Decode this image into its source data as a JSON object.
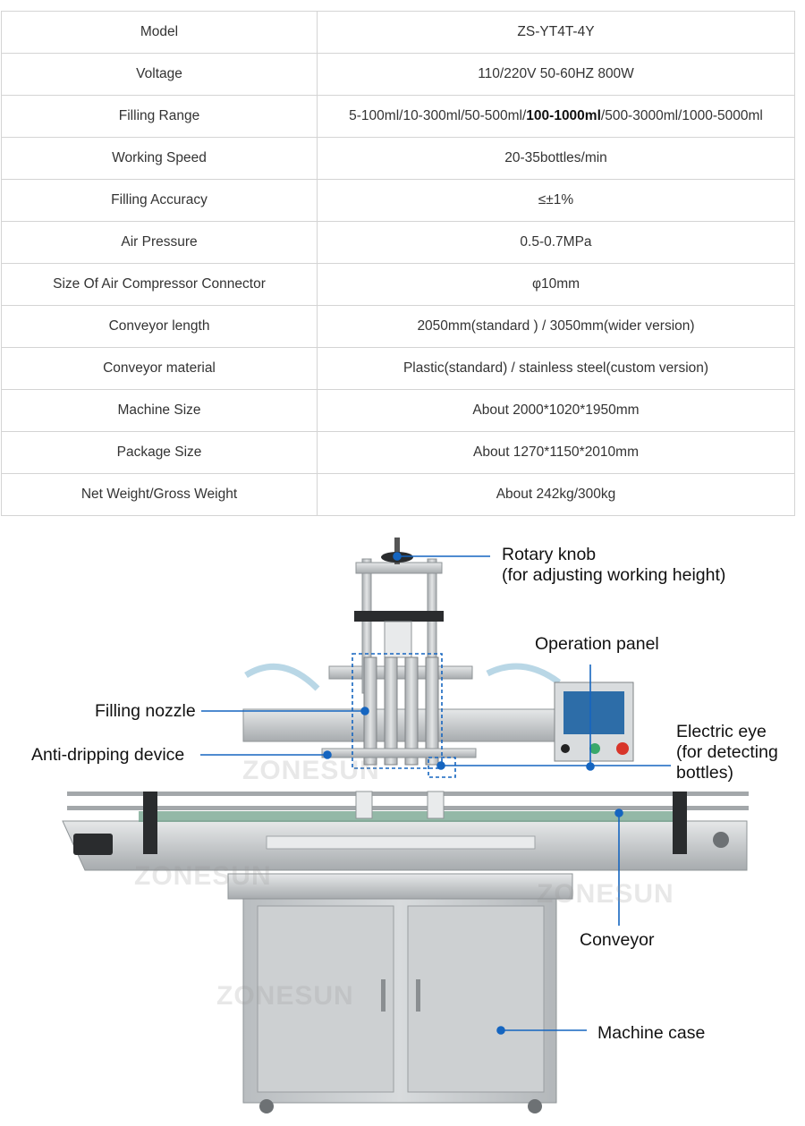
{
  "specs": {
    "rows": [
      {
        "label": "Model",
        "value": "ZS-YT4T-4Y"
      },
      {
        "label": "Voltage",
        "value": "110/220V 50-60HZ 800W"
      },
      {
        "label": "Filling Range",
        "value_parts": [
          "5-100ml/10-300ml/50-500ml/",
          "100-1000ml",
          "/500-3000ml/1000-5000ml"
        ]
      },
      {
        "label": "Working Speed",
        "value": "20-35bottles/min"
      },
      {
        "label": "Filling Accuracy",
        "value": "≤±1%"
      },
      {
        "label": "Air Pressure",
        "value": "0.5-0.7MPa"
      },
      {
        "label": "Size Of Air Compressor Connector",
        "value": "φ10mm"
      },
      {
        "label": "Conveyor length",
        "value": "2050mm(standard ) / 3050mm(wider version)"
      },
      {
        "label": "Conveyor material",
        "value": "Plastic(standard) / stainless steel(custom version)"
      },
      {
        "label": "Machine Size",
        "value": "About 2000*1020*1950mm"
      },
      {
        "label": "Package Size",
        "value": "About 1270*1150*2010mm"
      },
      {
        "label": "Net Weight/Gross Weight",
        "value": "About 242kg/300kg"
      }
    ]
  },
  "diagram": {
    "callouts": {
      "rotary_knob": [
        "Rotary knob",
        "(for adjusting working height)"
      ],
      "operation_panel": "Operation panel",
      "filling_nozzle": "Filling nozzle",
      "anti_dripping": "Anti-dripping device",
      "electric_eye": [
        "Electric eye",
        "(for detecting",
        "bottles)"
      ],
      "conveyor": "Conveyor",
      "machine_case": "Machine case"
    },
    "watermark": "ZONESUN",
    "colors": {
      "callout_line": "#1565c0",
      "steel": "#c9ccce",
      "steel_dark": "#8f9497",
      "belt": "#6fa08a",
      "panel_screen": "#2d6da8",
      "button_green": "#3aa86b",
      "button_red": "#d8352a"
    }
  }
}
